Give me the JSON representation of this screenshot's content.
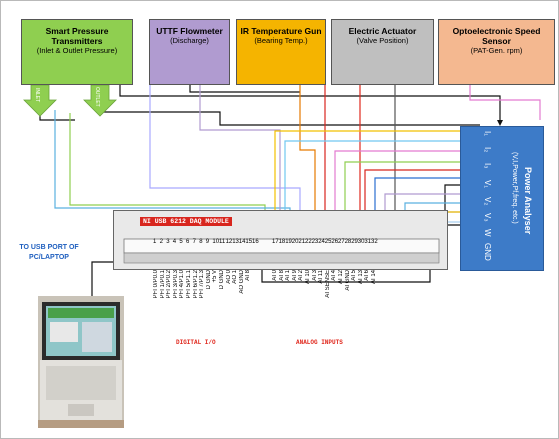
{
  "boxes": [
    {
      "title": "Smart Pressure Transmitters",
      "subtitle": "(Inlet & Outlet Pressure)"
    },
    {
      "title": "UTTF Flowmeter",
      "subtitle": "(Discharge)"
    },
    {
      "title": "IR Temperature Gun",
      "subtitle": "(Bearing Temp.)"
    },
    {
      "title": "Electric  Actuator",
      "subtitle": "(Valve Position)"
    },
    {
      "title": "Optoelectronic Speed Sensor",
      "subtitle": "(PAT-Gen. rpm)"
    }
  ],
  "arrows": {
    "inlet": "INLET",
    "outlet": "OUTLET"
  },
  "power_analyser": {
    "title": "Power Analyser",
    "subtitle": "(V,I,Power,Pf,freq. etc.)",
    "terminals": [
      "I₁",
      "I₂",
      "I₃",
      "V₁",
      "V₂",
      "V₃",
      "W",
      "GND"
    ]
  },
  "daq": {
    "label": "NI USB 6212 DAQ MODULE",
    "digital_label": "DIGITAL I/O",
    "analog_label": "ANALOG INPUTS",
    "digital_pins": [
      "PFI 0/P0.0",
      "PFI 1/P0.1",
      "PFI 2/P0.2",
      "PFI 3/P0.3",
      "PFI 4/P1.0",
      "PFI 5/P1.1",
      "PFI 6/P1.2",
      "PFI 7/P1.3",
      "D GND",
      "+5 V",
      "D GND",
      "AO 0",
      "AO 1",
      "AO GND",
      "AI 8"
    ],
    "analog_pins": [
      "AI 0",
      "AI 8",
      "AI 1",
      "AI 9",
      "AI 2",
      "AI 10",
      "AI 3",
      "AI 11",
      "AI SENSE",
      "AI 4",
      "AI 12",
      "AI GND",
      "AI 5",
      "AI 13",
      "AI 6",
      "AI 14"
    ],
    "digital_numbers": [
      "1",
      "2",
      "3",
      "4",
      "5",
      "6",
      "7",
      "8",
      "9",
      "10",
      "11",
      "12",
      "13",
      "14",
      "15",
      "16"
    ],
    "analog_numbers": [
      "17",
      "18",
      "19",
      "20",
      "21",
      "22",
      "23",
      "24",
      "25",
      "26",
      "27",
      "28",
      "29",
      "30",
      "31",
      "32"
    ]
  },
  "usb_label": "TO USB PORT OF PC/LAPTOP",
  "colors": {
    "green": "#8fcf50",
    "purple": "#b09bd0",
    "orange": "#f5b400",
    "grey": "#bfbfbf",
    "peach": "#f4b890",
    "blue": "#3d7bc8",
    "red": "#d8261e"
  }
}
